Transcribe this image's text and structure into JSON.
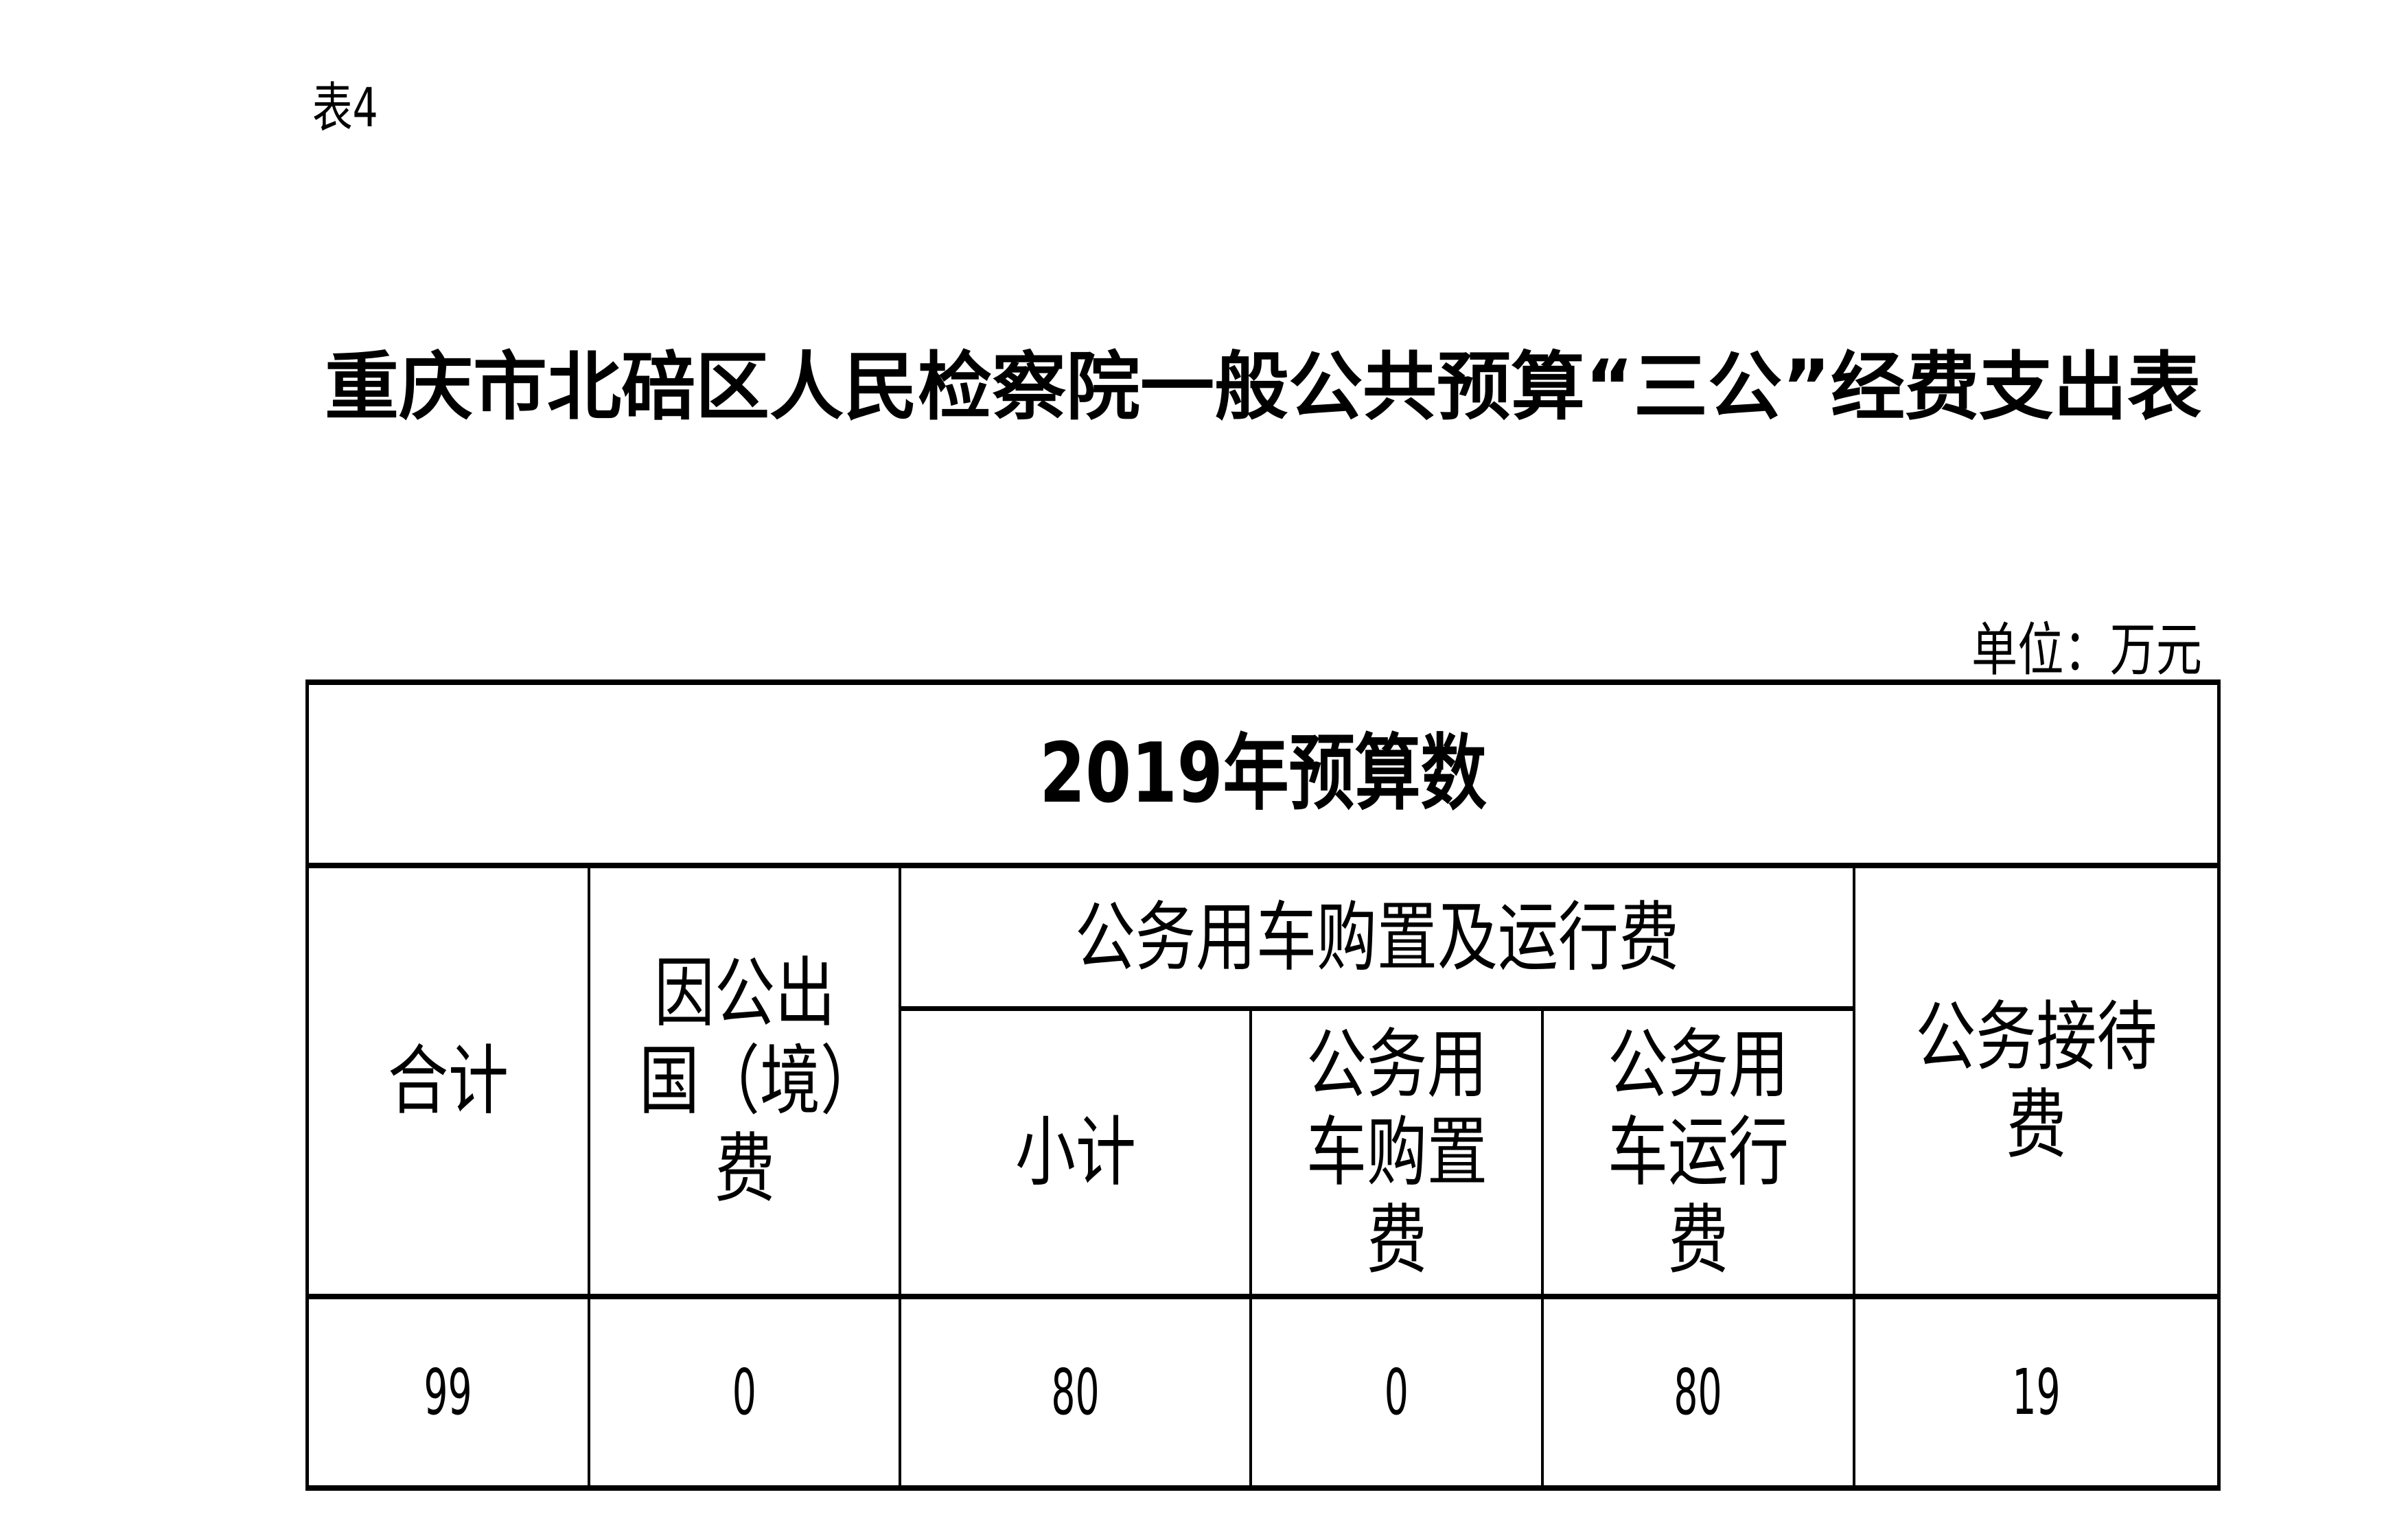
{
  "table_label": "表4",
  "title": "重庆市北碚区人民检察院一般公共预算“三公”经费支出表",
  "unit": "单位：万元",
  "table": {
    "group_header": "2019年预算数",
    "headers": {
      "total": "合计",
      "overseas": "因公出国（境）费",
      "vehicle_group": "公务用车购置及运行费",
      "vehicle_subtotal": "小计",
      "vehicle_purchase": "公务用车购置费",
      "vehicle_operation": "公务用车运行费",
      "reception": "公务接待费"
    },
    "row": {
      "total": "99",
      "overseas": "0",
      "vehicle_subtotal": "80",
      "vehicle_purchase": "0",
      "vehicle_operation": "80",
      "reception": "19"
    }
  }
}
